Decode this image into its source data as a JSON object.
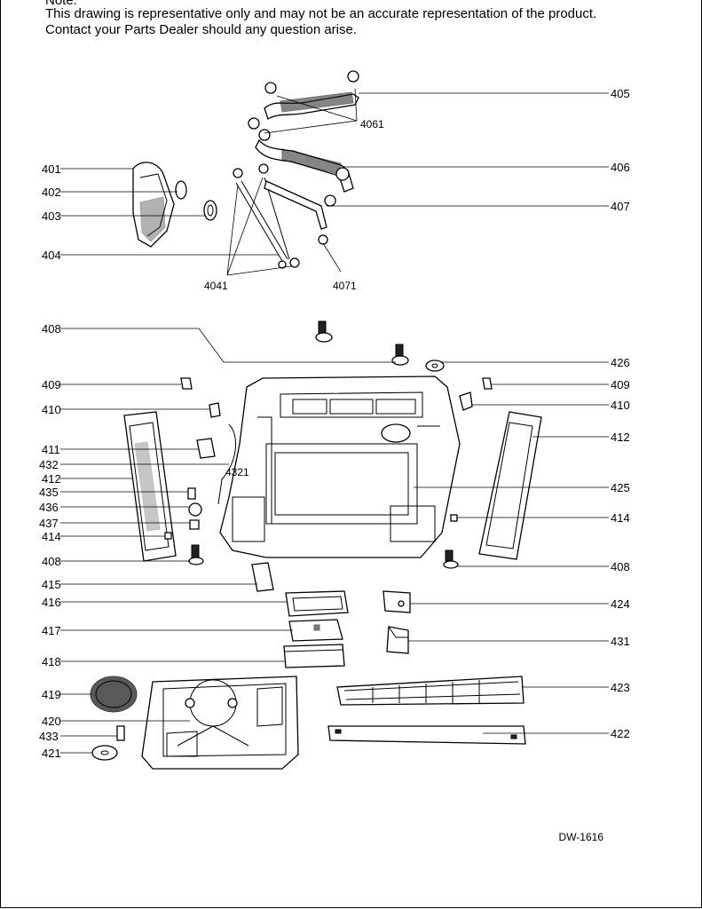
{
  "note": {
    "heading": "Note:",
    "line1": "This drawing is representative only and may not be an accurate representation of the product.",
    "line2": "Contact your Parts Dealer should any question arise."
  },
  "drawing_code": "DW-1616",
  "labels": {
    "p401": "401",
    "p402": "402",
    "p403": "403",
    "p404": "404",
    "p405": "405",
    "p406": "406",
    "p407": "407",
    "p4061": "4061",
    "p4041": "4041",
    "p4071": "4071",
    "p408a": "408",
    "p426": "426",
    "p409l": "409",
    "p409r": "409",
    "p410l": "410",
    "p410r": "410",
    "p411": "411",
    "p432": "432",
    "p412l": "412",
    "p412r": "412",
    "p4321": "4321",
    "p435": "435",
    "p436": "436",
    "p437": "437",
    "p414l": "414",
    "p414r": "414",
    "p425": "425",
    "p408l": "408",
    "p408r": "408",
    "p415": "415",
    "p416": "416",
    "p424": "424",
    "p417": "417",
    "p431": "431",
    "p418": "418",
    "p419": "419",
    "p423": "423",
    "p420": "420",
    "p433": "433",
    "p421": "421",
    "p422": "422"
  }
}
